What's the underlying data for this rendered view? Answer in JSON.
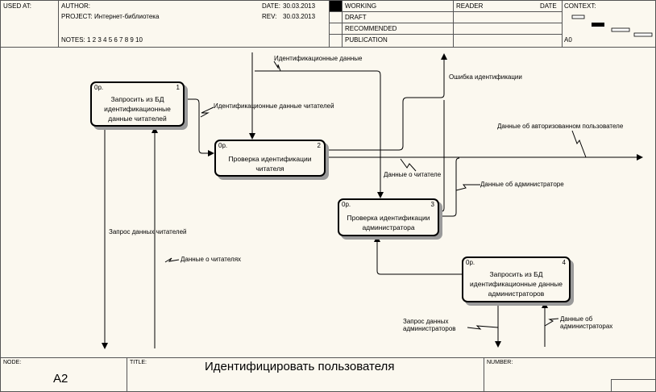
{
  "header": {
    "used_at": "USED AT:",
    "author": "AUTHOR:",
    "project_label": "PROJECT:",
    "project": "Интернет-библиотека",
    "notes": "NOTES:  1  2  3  4  5  6  7  8  9  10",
    "date_label": "DATE:",
    "date": "30.03.2013",
    "rev_label": "REV:",
    "rev": "30.03.2013",
    "statuses": [
      "WORKING",
      "DRAFT",
      "RECOMMENDED",
      "PUBLICATION"
    ],
    "reader": "READER",
    "reader_date": "DATE",
    "context": "CONTEXT:",
    "context_node": "A0"
  },
  "boxes": [
    {
      "cost": "0р.",
      "num": "1",
      "name": "Запросить из БД идентификационные данные читателей"
    },
    {
      "cost": "0р.",
      "num": "2",
      "name": "Проверка идентификации читателя"
    },
    {
      "cost": "0р.",
      "num": "3",
      "name": "Проверка идентификации администратора"
    },
    {
      "cost": "0р.",
      "num": "4",
      "name": "Запросить из БД идентификационные данные администраторов"
    }
  ],
  "arrows": {
    "id_data": "Идентификационные данные",
    "reader_id_data": "Идентификационные данные читателей",
    "id_error": "Ошибка идентификации",
    "auth_user_data": "Данные об авторизованном пользователе",
    "reader_data": "Данные о читателе",
    "admin_data": "Данные об администраторе",
    "readers_request": "Запрос данных читателей",
    "readers_data": "Данные о читателях",
    "admins_request_1": "Запрос данных",
    "admins_request_2": "администраторов",
    "admins_data_1": "Данные об",
    "admins_data_2": "администраторах"
  },
  "footer": {
    "node_label": "NODE:",
    "node": "A2",
    "title_label": "TITLE:",
    "title": "Идентифицировать  пользователя",
    "number_label": "NUMBER:"
  }
}
